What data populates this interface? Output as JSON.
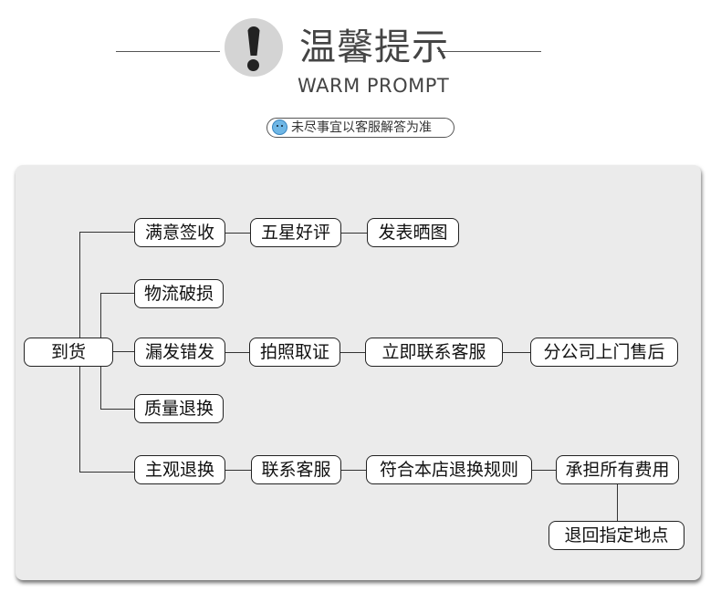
{
  "header": {
    "title_cn": "温馨提示",
    "title_en": "WARM PROMPT",
    "notice": "未尽事宜以客服解答为准"
  },
  "diagram": {
    "root": "到货",
    "branch1": [
      "满意签收",
      "五星好评",
      "发表晒图"
    ],
    "branch2": [
      "物流破损"
    ],
    "branch3": [
      "漏发错发",
      "拍照取证",
      "立即联系客服",
      "分公司上门售后"
    ],
    "branch4": [
      "质量退换"
    ],
    "branch5": [
      "主观退换",
      "联系客服",
      "符合本店退换规则",
      "承担所有费用",
      "退回指定地点"
    ]
  }
}
